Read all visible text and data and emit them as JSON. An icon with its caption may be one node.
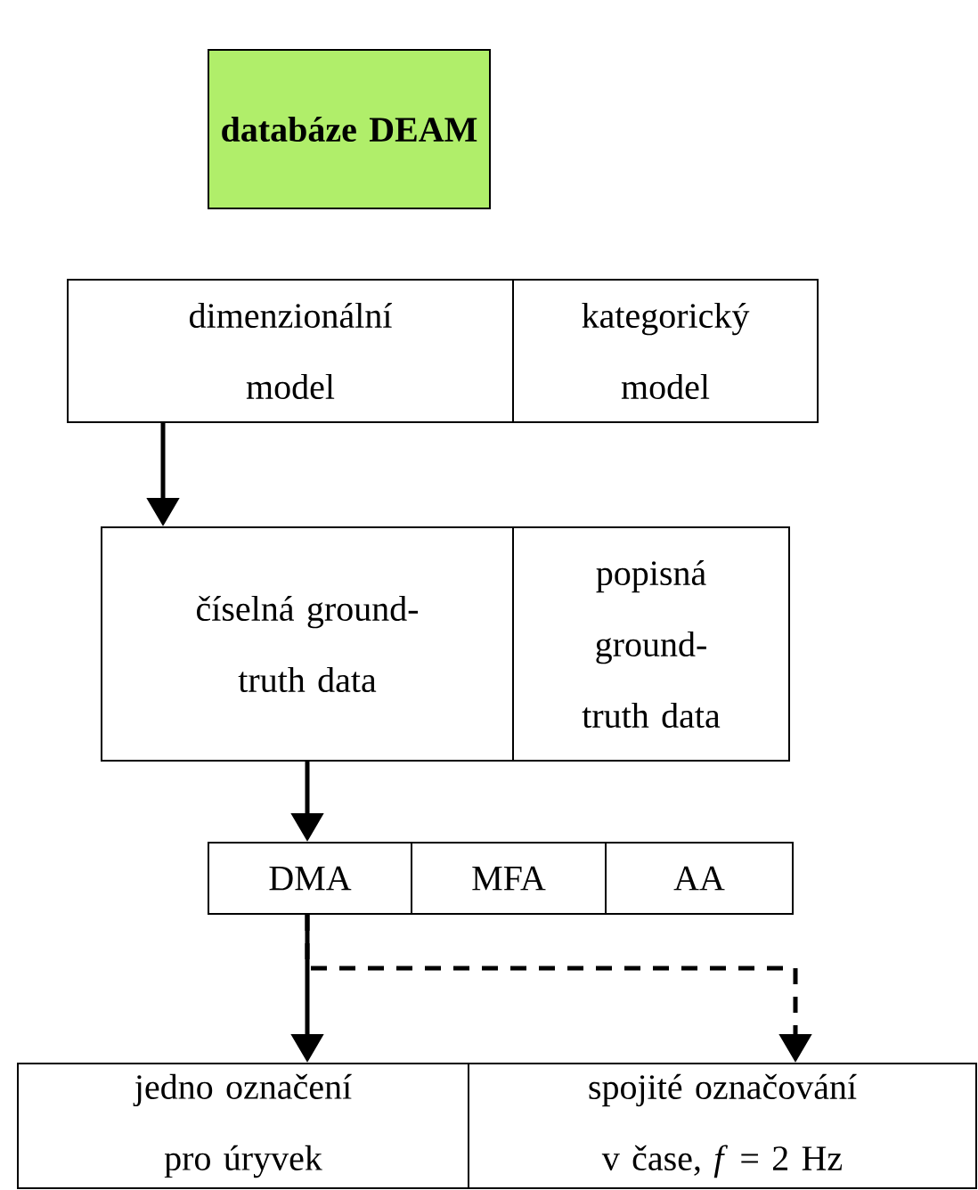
{
  "diagram": {
    "nodes": [
      {
        "text": [
          "databáze DEAM"
        ]
      },
      {
        "text": [
          "dimenzionální model"
        ]
      },
      {
        "text": [
          "kategorický model"
        ]
      },
      {
        "text": [
          "číselná ground-truth data"
        ]
      },
      {
        "text": [
          "popisná ground-truth data"
        ]
      },
      {
        "text": [
          "DMA"
        ]
      },
      {
        "text": [
          "MFA"
        ]
      },
      {
        "text": [
          "AA"
        ]
      },
      {
        "text": [
          "jedno označení pro úryvek"
        ]
      },
      {
        "text": [
          "spojité označování v čase, *f* = 2 Hz"
        ]
      }
    ],
    "edges": [
      {
        "from": 1,
        "to": 3,
        "arrow": "to"
      },
      {
        "from": 3,
        "to": 5,
        "arrow": "to"
      },
      {
        "from": 5,
        "to": 8,
        "arrow": "to"
      },
      {
        "from": 5,
        "to": 9,
        "arrow": "to",
        "style": "dashed"
      }
    ]
  }
}
